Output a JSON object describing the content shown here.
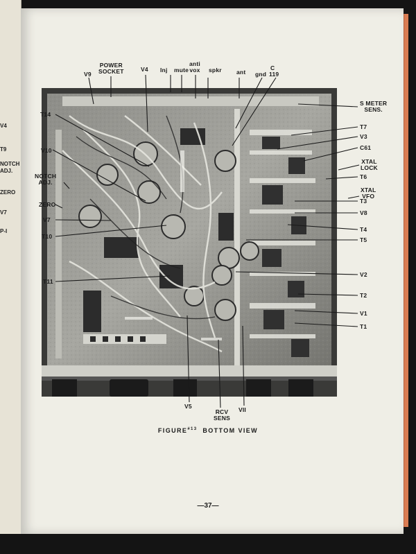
{
  "left_page": {
    "fragments": [
      "V4",
      "T9",
      "NOTCH",
      "ADJ.",
      "ZERO",
      "V7",
      "P-I"
    ]
  },
  "figure": {
    "caption_prefix": "FIGURE",
    "caption_number": "#13",
    "caption_title": "BOTTOM VIEW",
    "page_number": "—37—",
    "labels": {
      "power_socket_1": "POWER",
      "power_socket_2": "SOCKET",
      "v9": "V9",
      "v4": "V4",
      "inj": "Inj",
      "mute": "mute",
      "anti": "anti",
      "vox": "vox",
      "spkr": "spkr",
      "ant": "ant",
      "c": "C",
      "gnd": "gnd",
      "c119": "119",
      "s_meter_1": "S METER",
      "s_meter_2": "SENS.",
      "t14": "T14",
      "t7": "T7",
      "v3": "V3",
      "c61": "C61",
      "v10": "V10",
      "xtal_lock_1": "XTAL",
      "xtal_lock_2": "LOCK",
      "notch_1": "NOTCH",
      "notch_2": "ADJ.",
      "t6": "T6",
      "xtal_vfo_1": "XTAL",
      "xtal_vfo_2": "VFO",
      "zero": "ZERO",
      "t3": "T3",
      "v7": "V7",
      "v8": "V8",
      "t4": "T4",
      "t10": "T10",
      "t5": "T5",
      "t11": "T11",
      "v2": "V2",
      "t2": "T2",
      "v1": "V1",
      "t1": "T1",
      "v5": "V5",
      "rcv_1": "RCV",
      "rcv_2": "SENS",
      "v11": "VII"
    }
  },
  "colors": {
    "page": "#efeee6",
    "ink": "#1a1a1a",
    "chassis_dark": "#2b2b2b",
    "chassis_light": "#9a9a95",
    "page_edge": "#d97c52"
  }
}
